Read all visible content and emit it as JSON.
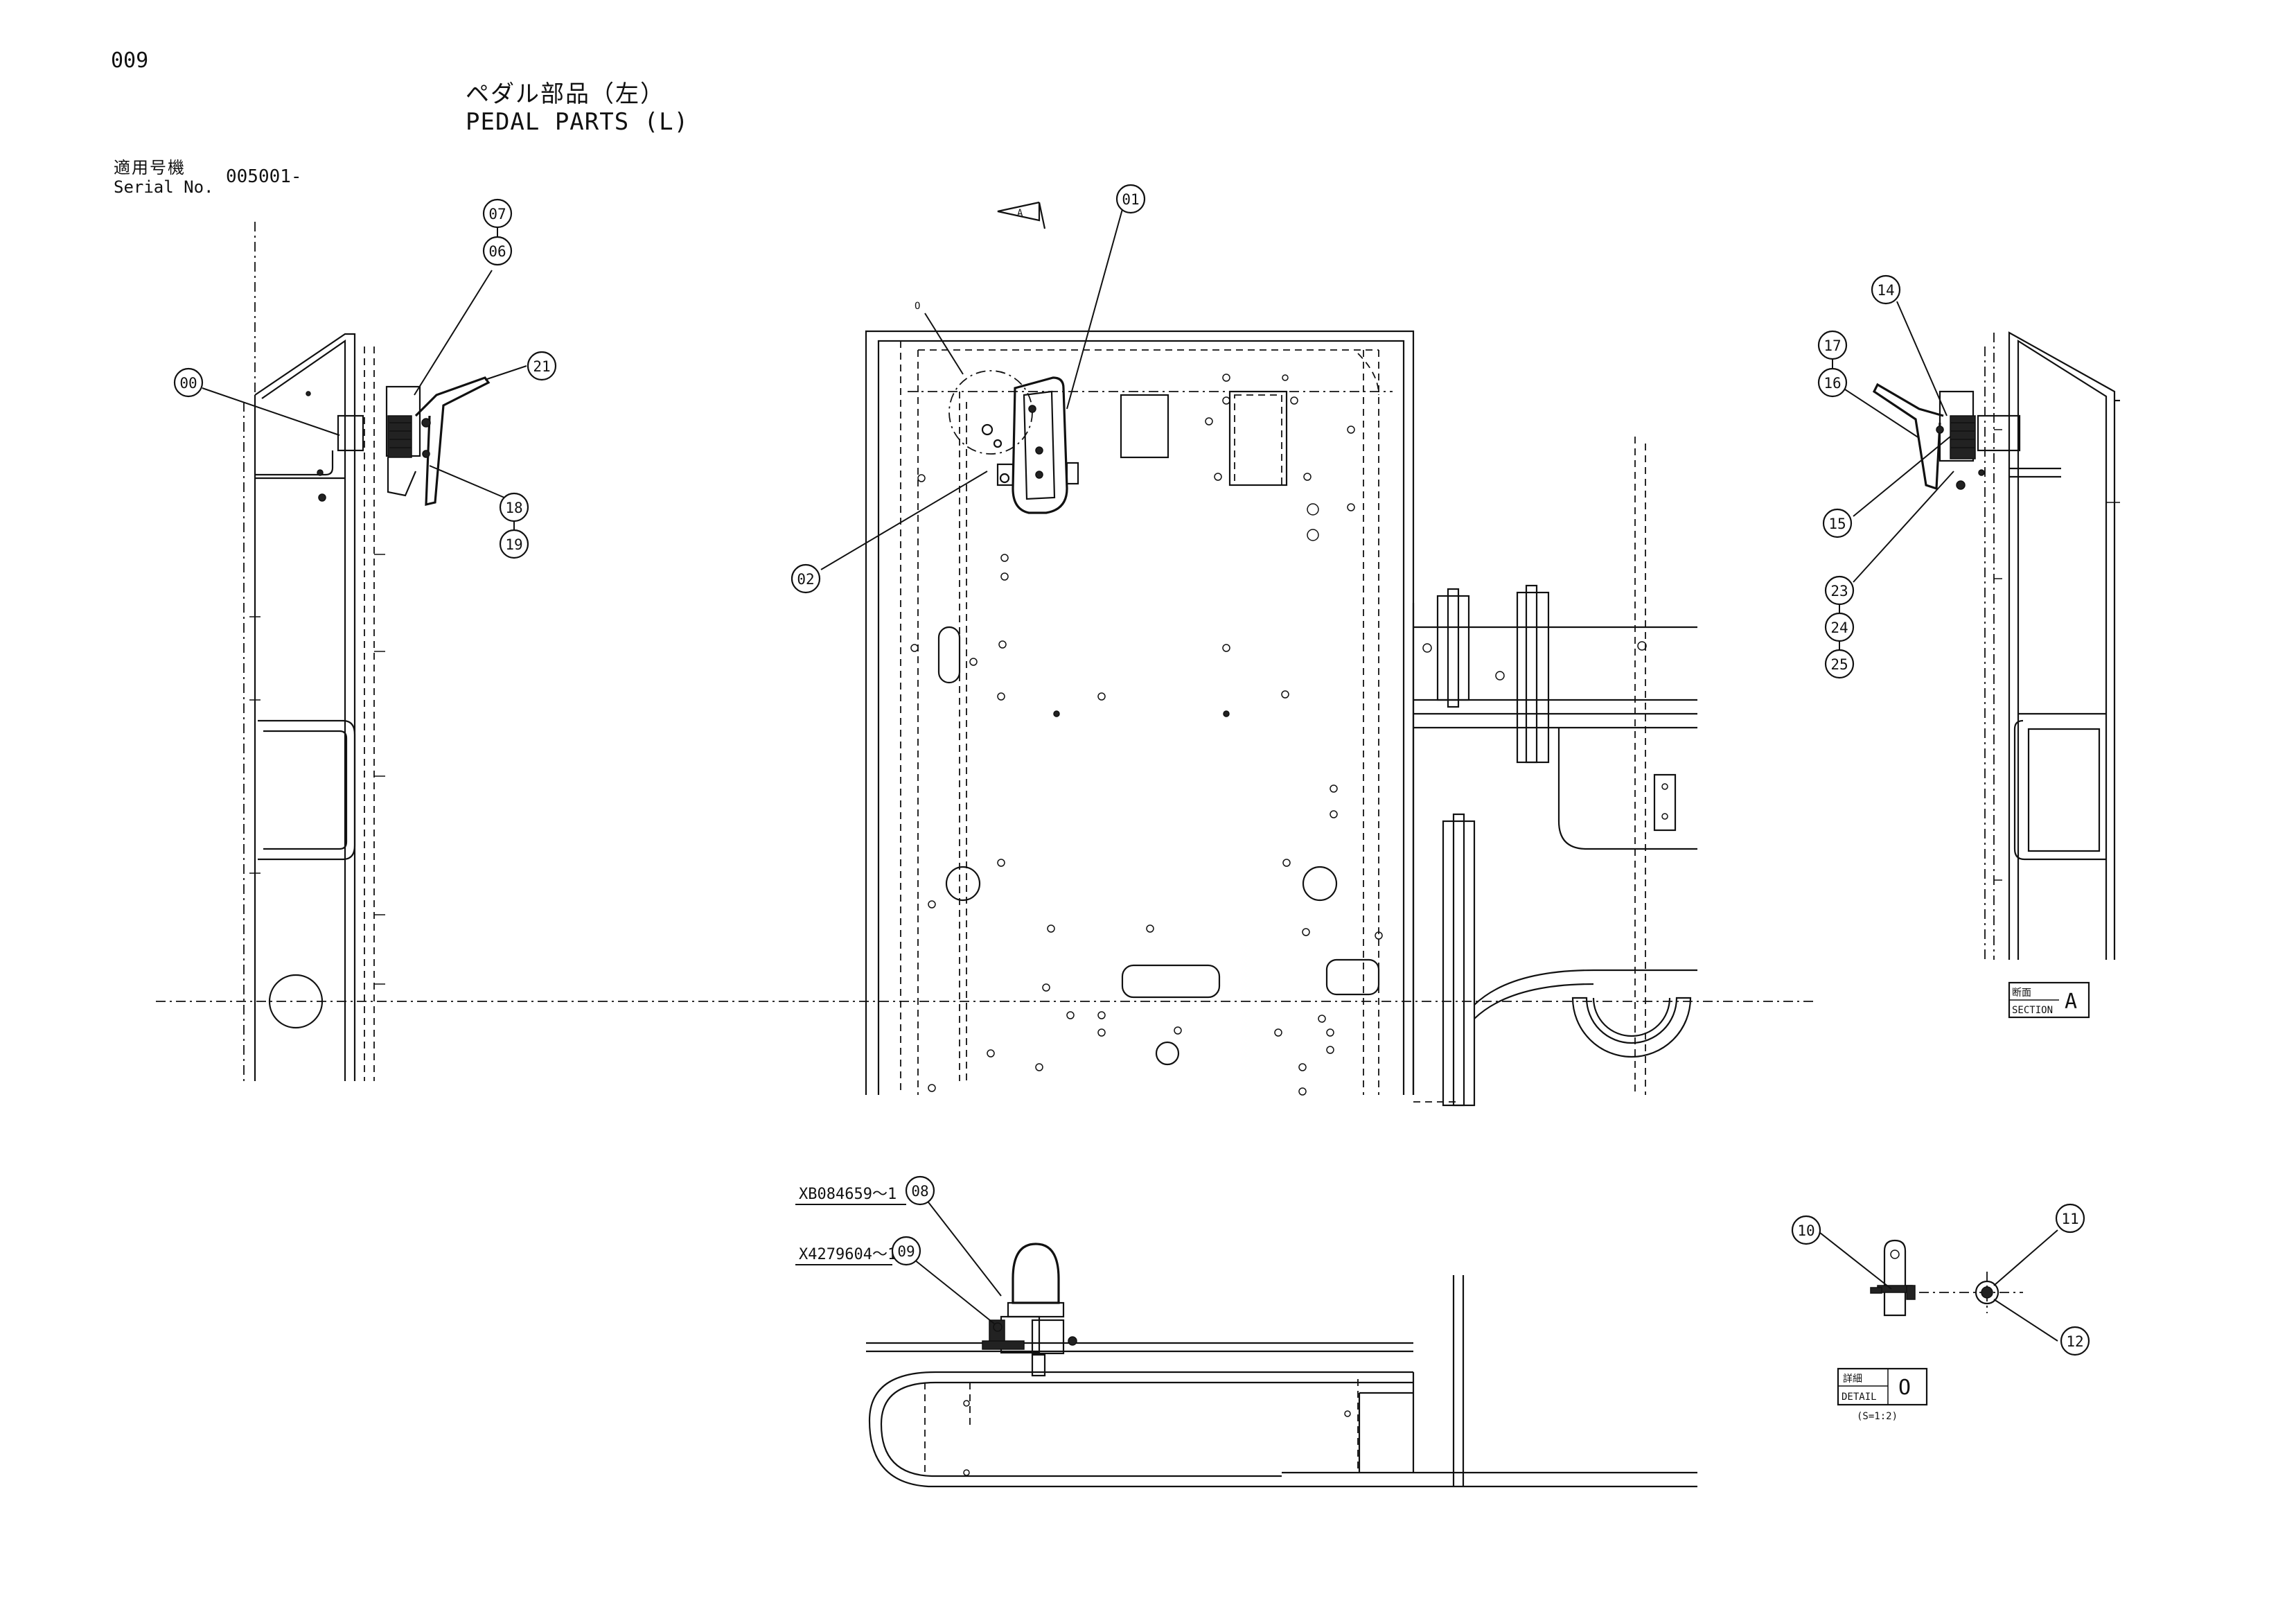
{
  "page": {
    "number": "009",
    "title_jp": "ペダル部品（左）",
    "title_en": "PEDAL PARTS (L)",
    "serial_label_jp": "適用号機",
    "serial_label_en": "Serial No.",
    "serial_value": "005001-"
  },
  "views": {
    "arrow_label": "A",
    "section_label_jp": "断面",
    "section_label_en": "SECTION",
    "section_letter": "A",
    "detail_label_jp": "詳細",
    "detail_label_en": "DETAIL",
    "detail_letter": "O",
    "detail_scale": "(S=1:2)",
    "detail_circle_label": "O"
  },
  "callouts": {
    "c00": "00",
    "c01": "01",
    "c02": "02",
    "c06": "06",
    "c07": "07",
    "c08": "08",
    "c09": "09",
    "c10": "10",
    "c11": "11",
    "c12": "12",
    "c14": "14",
    "c15": "15",
    "c16": "16",
    "c17": "17",
    "c18": "18",
    "c19": "19",
    "c21": "21",
    "c23": "23",
    "c24": "24",
    "c25": "25"
  },
  "references": {
    "ref08": "XB084659～1",
    "ref09": "X4279604～1"
  }
}
